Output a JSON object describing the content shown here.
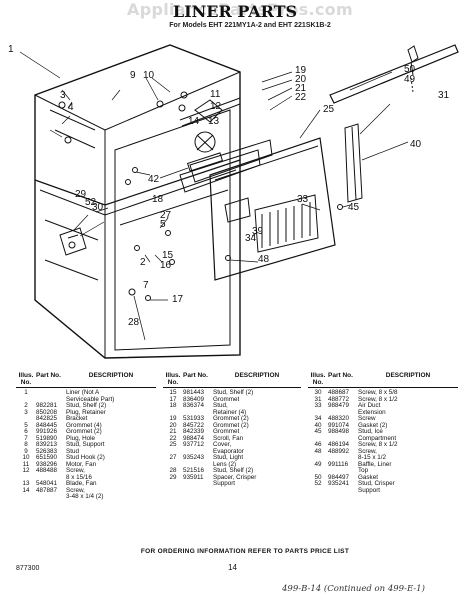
{
  "header": {
    "watermark": "AppliancePartsPros.com",
    "title": "LINER PARTS",
    "models": "For Models EHT 221MY1A-2 and EHT 221SK1B-2"
  },
  "callouts": [
    "1",
    "2",
    "3",
    "4",
    "5",
    "7",
    "9",
    "10",
    "11",
    "12",
    "13",
    "14",
    "15",
    "16",
    "17",
    "18",
    "19",
    "20",
    "21",
    "22",
    "25",
    "27",
    "28",
    "29",
    "30",
    "31",
    "33",
    "34",
    "39",
    "40",
    "42",
    "45",
    "48",
    "49",
    "50",
    "52"
  ],
  "parts_headers": {
    "illus": "Illus. No.",
    "part": "Part No.",
    "desc": "DESCRIPTION"
  },
  "parts_columns": [
    [
      {
        "n": "1",
        "p": "",
        "d": "Liner (Not A"
      },
      {
        "n": "",
        "p": "",
        "d": "Serviceable Part)"
      },
      {
        "n": "2",
        "p": "982281",
        "d": "Stud, Shelf (2)"
      },
      {
        "n": "3",
        "p": "850208",
        "d": "Plug, Retainer"
      },
      {
        "n": "",
        "p": "842825",
        "d": "Bracket"
      },
      {
        "n": "5",
        "p": "848445",
        "d": "Grommet (4)"
      },
      {
        "n": "6",
        "p": "991926",
        "d": "Grommet (2)"
      },
      {
        "n": "7",
        "p": "519890",
        "d": "Plug, Hole"
      },
      {
        "n": "8",
        "p": "839213",
        "d": "Stud, Support"
      },
      {
        "n": "9",
        "p": "526383",
        "d": "Stud"
      },
      {
        "n": "10",
        "p": "651590",
        "d": "Stud Hook (2)"
      },
      {
        "n": "11",
        "p": "938296",
        "d": "Motor, Fan"
      },
      {
        "n": "12",
        "p": "488488",
        "d": "Screw,"
      },
      {
        "n": "",
        "p": "",
        "d": "8 x 15/16"
      },
      {
        "n": "13",
        "p": "548041",
        "d": "Blade, Fan"
      },
      {
        "n": "14",
        "p": "487887",
        "d": "Screw,"
      },
      {
        "n": "",
        "p": "",
        "d": "3-48 x 1/4 (2)"
      }
    ],
    [
      {
        "n": "15",
        "p": "981443",
        "d": "Stud, Shelf (2)"
      },
      {
        "n": "17",
        "p": "836409",
        "d": "Grommet"
      },
      {
        "n": "18",
        "p": "836374",
        "d": "Stud,"
      },
      {
        "n": "",
        "p": "",
        "d": "Retainer (4)"
      },
      {
        "n": "19",
        "p": "531933",
        "d": "Grommet (2)"
      },
      {
        "n": "20",
        "p": "845722",
        "d": "Grommet (2)"
      },
      {
        "n": "21",
        "p": "842339",
        "d": "Grommet"
      },
      {
        "n": "22",
        "p": "988474",
        "d": "Scroll, Fan"
      },
      {
        "n": "25",
        "p": "937712",
        "d": "Cover,"
      },
      {
        "n": "",
        "p": "",
        "d": "Evaporator"
      },
      {
        "n": "27",
        "p": "935243",
        "d": "Stud, Light"
      },
      {
        "n": "",
        "p": "",
        "d": "Lens (2)"
      },
      {
        "n": "28",
        "p": "521516",
        "d": "Stud, Shelf (2)"
      },
      {
        "n": "29",
        "p": "935911",
        "d": "Spacer, Crisper"
      },
      {
        "n": "",
        "p": "",
        "d": "Support"
      }
    ],
    [
      {
        "n": "30",
        "p": "488687",
        "d": "Screw, 8 x 5/8"
      },
      {
        "n": "31",
        "p": "488772",
        "d": "Screw, 8 x 1/2"
      },
      {
        "n": "33",
        "p": "988479",
        "d": "Air Duct"
      },
      {
        "n": "",
        "p": "",
        "d": "Extension"
      },
      {
        "n": "34",
        "p": "488320",
        "d": "Screw"
      },
      {
        "n": "40",
        "p": "991074",
        "d": "Gasket (2)"
      },
      {
        "n": "45",
        "p": "988498",
        "d": "Stud, Ice"
      },
      {
        "n": "",
        "p": "",
        "d": "Compartment"
      },
      {
        "n": "46",
        "p": "486194",
        "d": "Screw, 8 x 1/2"
      },
      {
        "n": "48",
        "p": "488992",
        "d": "Screw,"
      },
      {
        "n": "",
        "p": "",
        "d": "8-15 x 1/2"
      },
      {
        "n": "49",
        "p": "991116",
        "d": "Baffle, Liner"
      },
      {
        "n": "",
        "p": "",
        "d": "Top"
      },
      {
        "n": "50",
        "p": "984497",
        "d": "Gasket"
      },
      {
        "n": "52",
        "p": "935241",
        "d": "Stud, Crisper"
      },
      {
        "n": "",
        "p": "",
        "d": "Support"
      }
    ]
  ],
  "footer": {
    "order_info": "FOR ORDERING INFORMATION REFER TO PARTS PRICE LIST",
    "page_code": "877300",
    "page_number": "14",
    "handwritten_note": "499-B-14  (Continued on 499-E-1)"
  }
}
